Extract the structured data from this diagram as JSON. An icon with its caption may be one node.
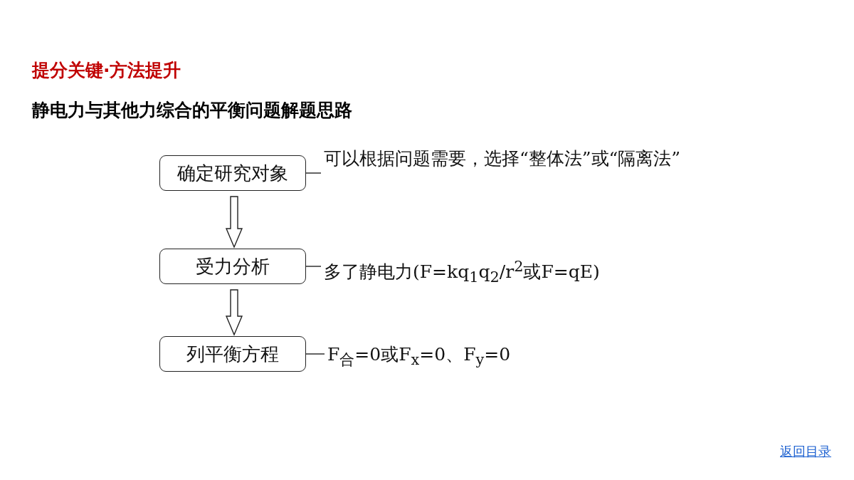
{
  "diagram": {
    "title": "提分关键·方法提升",
    "caption": "静电力与其他力综合的平衡问题解题思路",
    "nodes": [
      {
        "text": [
          "确定研究对象"
        ]
      },
      {
        "text": [
          "可以根据问题需要，选择“整体法”或“隔离法”"
        ]
      },
      {
        "text": [
          "受力分析"
        ]
      },
      {
        "text": [
          "多了静电力(F=kq$_{1}$q$_{2}$/r$^{2}$或F=qE)"
        ]
      },
      {
        "text": [
          "列平衡方程"
        ]
      },
      {
        "text": [
          "F$_{合}$=0或F$_{x}$=0、F$_{y}$=0"
        ]
      }
    ],
    "edges": [
      {
        "from": 0,
        "to": 1,
        "arrow": "none"
      },
      {
        "from": 0,
        "to": 2,
        "arrow": "to"
      },
      {
        "from": 2,
        "to": 3,
        "arrow": "none"
      },
      {
        "from": 2,
        "to": 4,
        "arrow": "to"
      },
      {
        "from": 4,
        "to": 5,
        "arrow": "none"
      }
    ],
    "labels": [
      "返回目录"
    ]
  }
}
